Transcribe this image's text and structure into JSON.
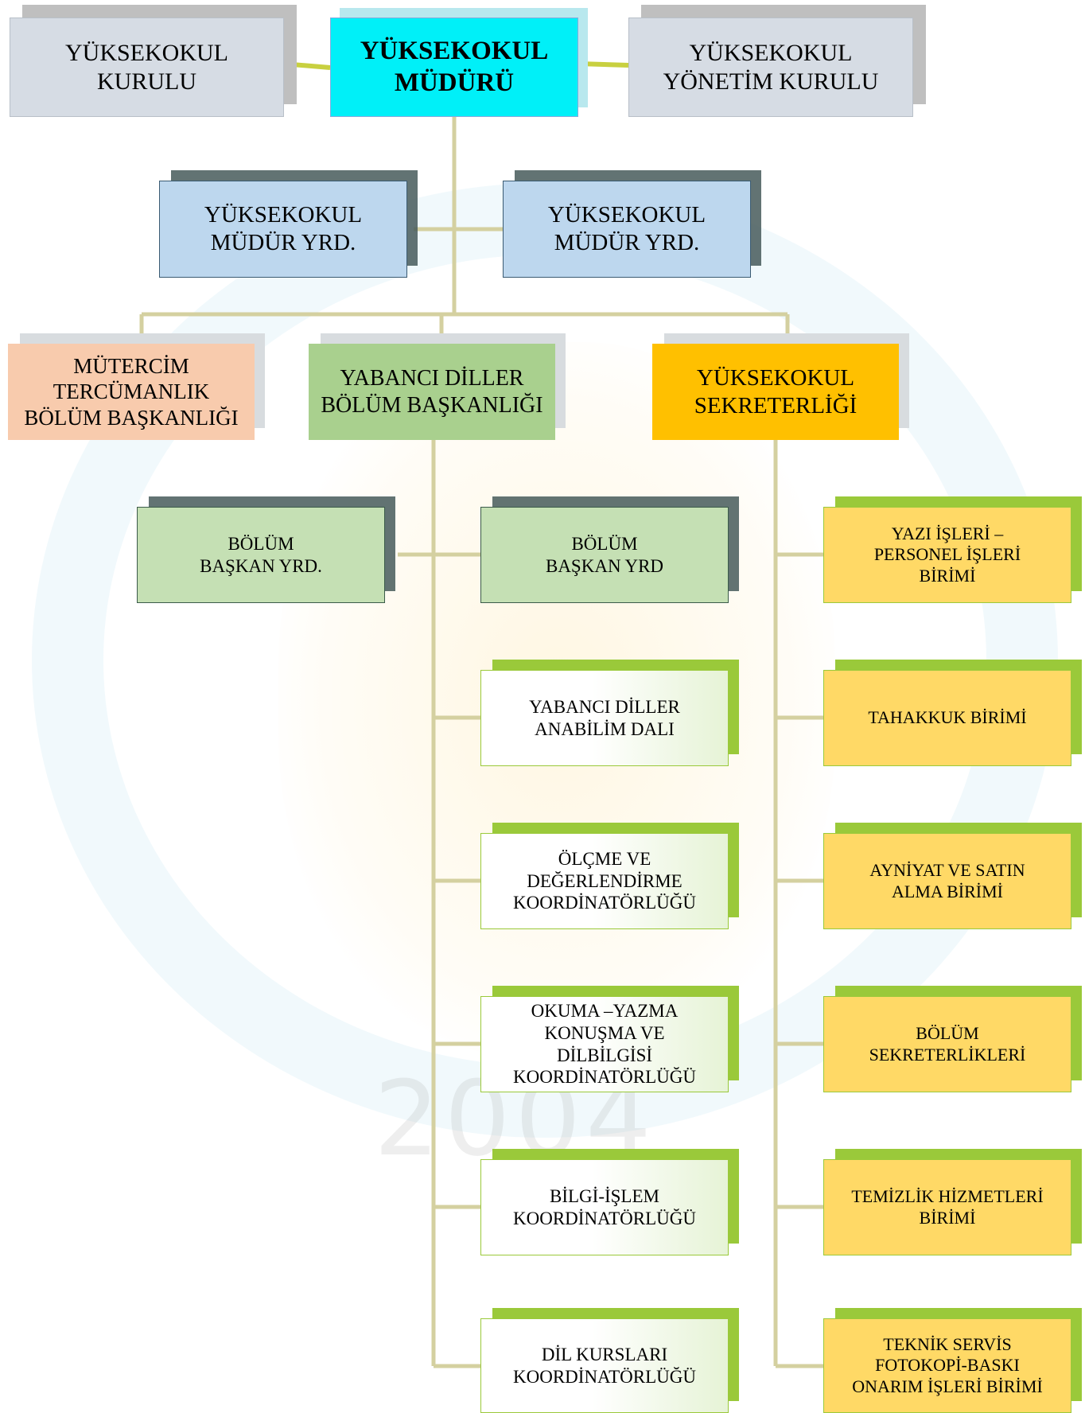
{
  "top": {
    "council": [
      "YÜKSEKOKUL",
      "KURULU"
    ],
    "director": [
      "YÜKSEKOKUL",
      "MÜDÜRÜ"
    ],
    "board": [
      "YÜKSEKOKUL",
      "YÖNETİM KURULU"
    ]
  },
  "deputies": {
    "left": [
      "YÜKSEKOKUL",
      "MÜDÜR YRD."
    ],
    "right": [
      "YÜKSEKOKUL",
      "MÜDÜR YRD."
    ]
  },
  "departments": {
    "translation": [
      "MÜTERCİM",
      "TERCÜMANLIK",
      "BÖLÜM BAŞKANLIĞI"
    ],
    "languages": [
      "YABANCI DİLLER",
      "BÖLÜM BAŞKANLIĞI"
    ],
    "secretariat": [
      "YÜKSEKOKUL",
      "SEKRETERLİĞİ"
    ]
  },
  "vice_chairs": {
    "left": [
      "BÖLÜM",
      "BAŞKAN YRD."
    ],
    "right": [
      "BÖLÜM",
      "BAŞKAN YRD"
    ]
  },
  "language_units": [
    [
      "YABANCI DİLLER",
      "ANABİLİM DALI"
    ],
    [
      "ÖLÇME VE",
      "DEĞERLENDİRME",
      "KOORDİNATÖRLÜĞÜ"
    ],
    [
      "OKUMA –YAZMA",
      "KONUŞMA VE",
      "DİLBİLGİSİ",
      "KOORDİNATÖRLÜĞÜ"
    ],
    [
      "BİLGİ-İŞLEM",
      "KOORDİNATÖRLÜĞÜ"
    ],
    [
      "DİL KURSLARI",
      "KOORDİNATÖRLÜĞÜ"
    ]
  ],
  "secretariat_units": [
    [
      "YAZI İŞLERİ –",
      "PERSONEL   İŞLERİ",
      "BİRİMİ"
    ],
    [
      "TAHAKKUK BİRİMİ"
    ],
    [
      "AYNİYAT VE SATIN",
      "ALMA BİRİMİ"
    ],
    [
      "BÖLÜM",
      "SEKRETERLİKLERİ"
    ],
    [
      "TEMİZLİK HİZMETLERİ",
      "BİRİMİ"
    ],
    [
      "TEKNİK SERVİS",
      "FOTOKOPİ-BASKI",
      "ONARIM İŞLERİ BİRİMİ"
    ]
  ],
  "watermark": {
    "year": "2004"
  },
  "colors": {
    "connector": "#d4d0a0",
    "director": "#00f0f8",
    "deputy": "#bdd7ee",
    "department_translation": "#f8cbad",
    "department_languages": "#a9d08e",
    "department_secretariat": "#ffc000",
    "unit_yellow": "#ffd966"
  }
}
